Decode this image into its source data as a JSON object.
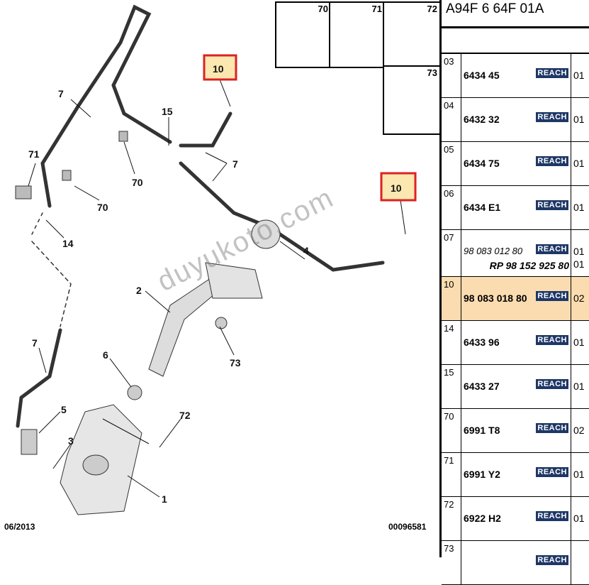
{
  "header": {
    "ref": "A94F 6 64F 01A"
  },
  "rows": [
    {
      "pos": "03",
      "part": "6434 45",
      "badge": "REACH",
      "qty": "01"
    },
    {
      "pos": "04",
      "part": "6432 32",
      "badge": "REACH",
      "qty": "01"
    },
    {
      "pos": "05",
      "part": "6434 75",
      "badge": "REACH",
      "qty": "01"
    },
    {
      "pos": "06",
      "part": "6434 E1",
      "badge": "REACH",
      "qty": "01"
    },
    {
      "pos": "07",
      "part": "98 083 012 80",
      "badge": "REACH",
      "qty": "01",
      "replacement": "RP 98 152 925 80",
      "replacement_qty": "01"
    },
    {
      "pos": "10",
      "part": "98 083 018 80",
      "badge": "REACH",
      "qty": "02"
    },
    {
      "pos": "14",
      "part": "6433 96",
      "badge": "REACH",
      "qty": "01"
    },
    {
      "pos": "15",
      "part": "6433 27",
      "badge": "REACH",
      "qty": "01"
    },
    {
      "pos": "70",
      "part": "6991 T8",
      "badge": "REACH",
      "qty": "02"
    },
    {
      "pos": "71",
      "part": "6991 Y2",
      "badge": "REACH",
      "qty": "01"
    },
    {
      "pos": "72",
      "part": "6922 H2",
      "badge": "REACH",
      "qty": "01"
    },
    {
      "pos": "73",
      "part": "",
      "badge": "REACH",
      "qty": ""
    }
  ],
  "kit": [
    "70",
    "71",
    "72",
    "73"
  ],
  "callouts": {
    "c7a": "7",
    "c71": "71",
    "c70a": "70",
    "c70b": "70",
    "c14": "14",
    "c15": "15",
    "c7b": "7",
    "c10a": "10",
    "c10b": "10",
    "c4": "4",
    "c2": "2",
    "c73": "73",
    "c6": "6",
    "c7c": "7",
    "c5": "5",
    "c3": "3",
    "c72": "72",
    "c1": "1"
  },
  "footer": {
    "date": "06/2013",
    "code": "00096581"
  },
  "watermark": "duyukoto.com"
}
